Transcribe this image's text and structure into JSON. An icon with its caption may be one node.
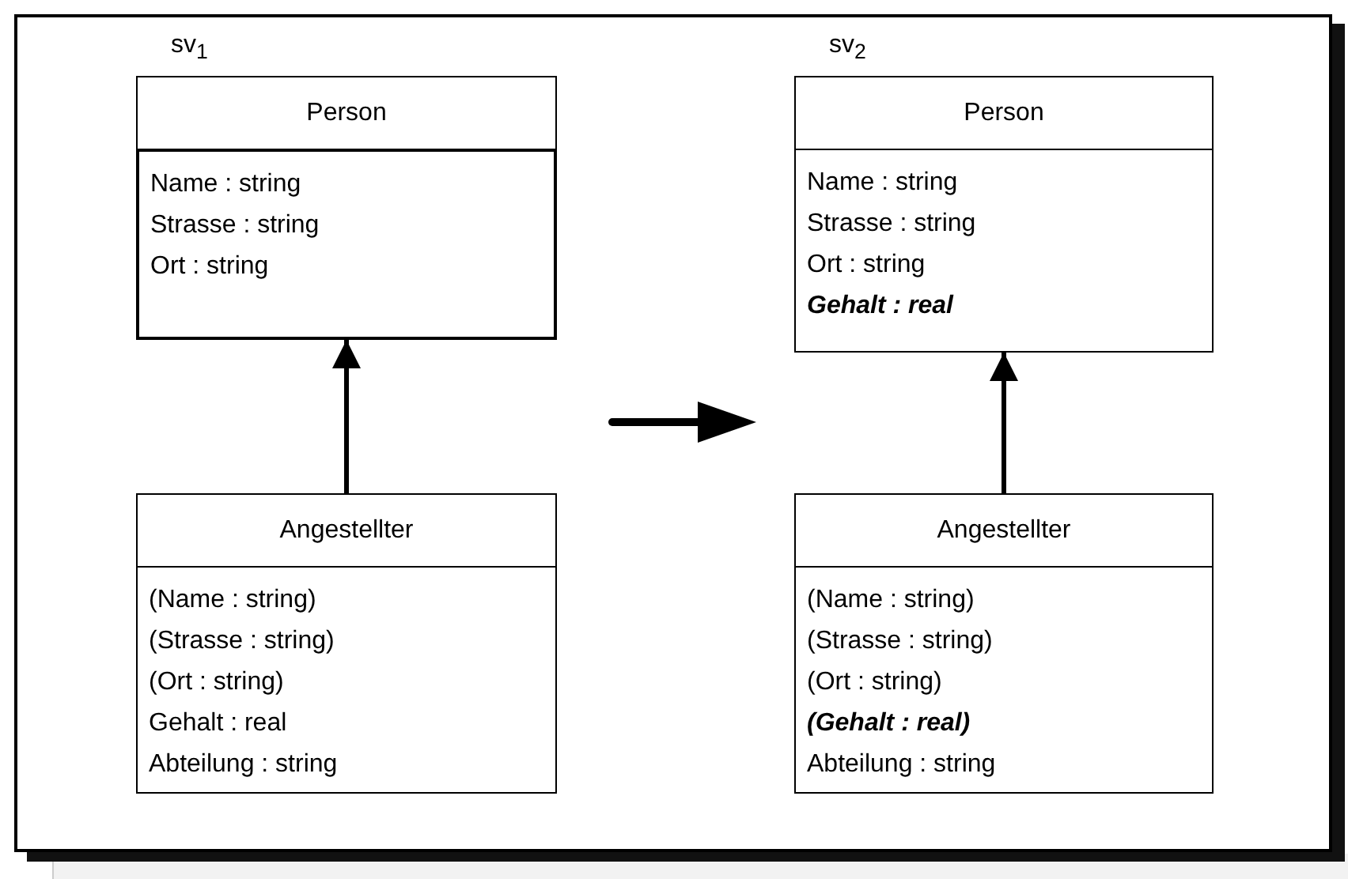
{
  "diagram": {
    "nodes": [
      {
        "text": [
          "Person",
          "Name : string",
          "Strasse : string",
          "Ort : string"
        ]
      },
      {
        "text": [
          "Angestellter",
          "(Name : string)",
          "(Strasse : string)",
          "(Ort : string)",
          "Gehalt : real",
          "Abteilung : string"
        ]
      },
      {
        "text": [
          "Person",
          "Name : string",
          "Strasse : string",
          "Ort : string",
          "**Gehalt : real**"
        ]
      },
      {
        "text": [
          "Angestellter",
          "(Name : string)",
          "(Strasse : string)",
          "(Ort : string)",
          "**(Gehalt : real)**",
          "Abteilung : string"
        ]
      }
    ],
    "edges": [
      {
        "from": 1,
        "to": 0,
        "arrow": "to"
      },
      {
        "from": 3,
        "to": 2,
        "arrow": "to"
      }
    ],
    "labels": [
      "sv$_{1}$",
      "sv$_{2}$"
    ]
  }
}
